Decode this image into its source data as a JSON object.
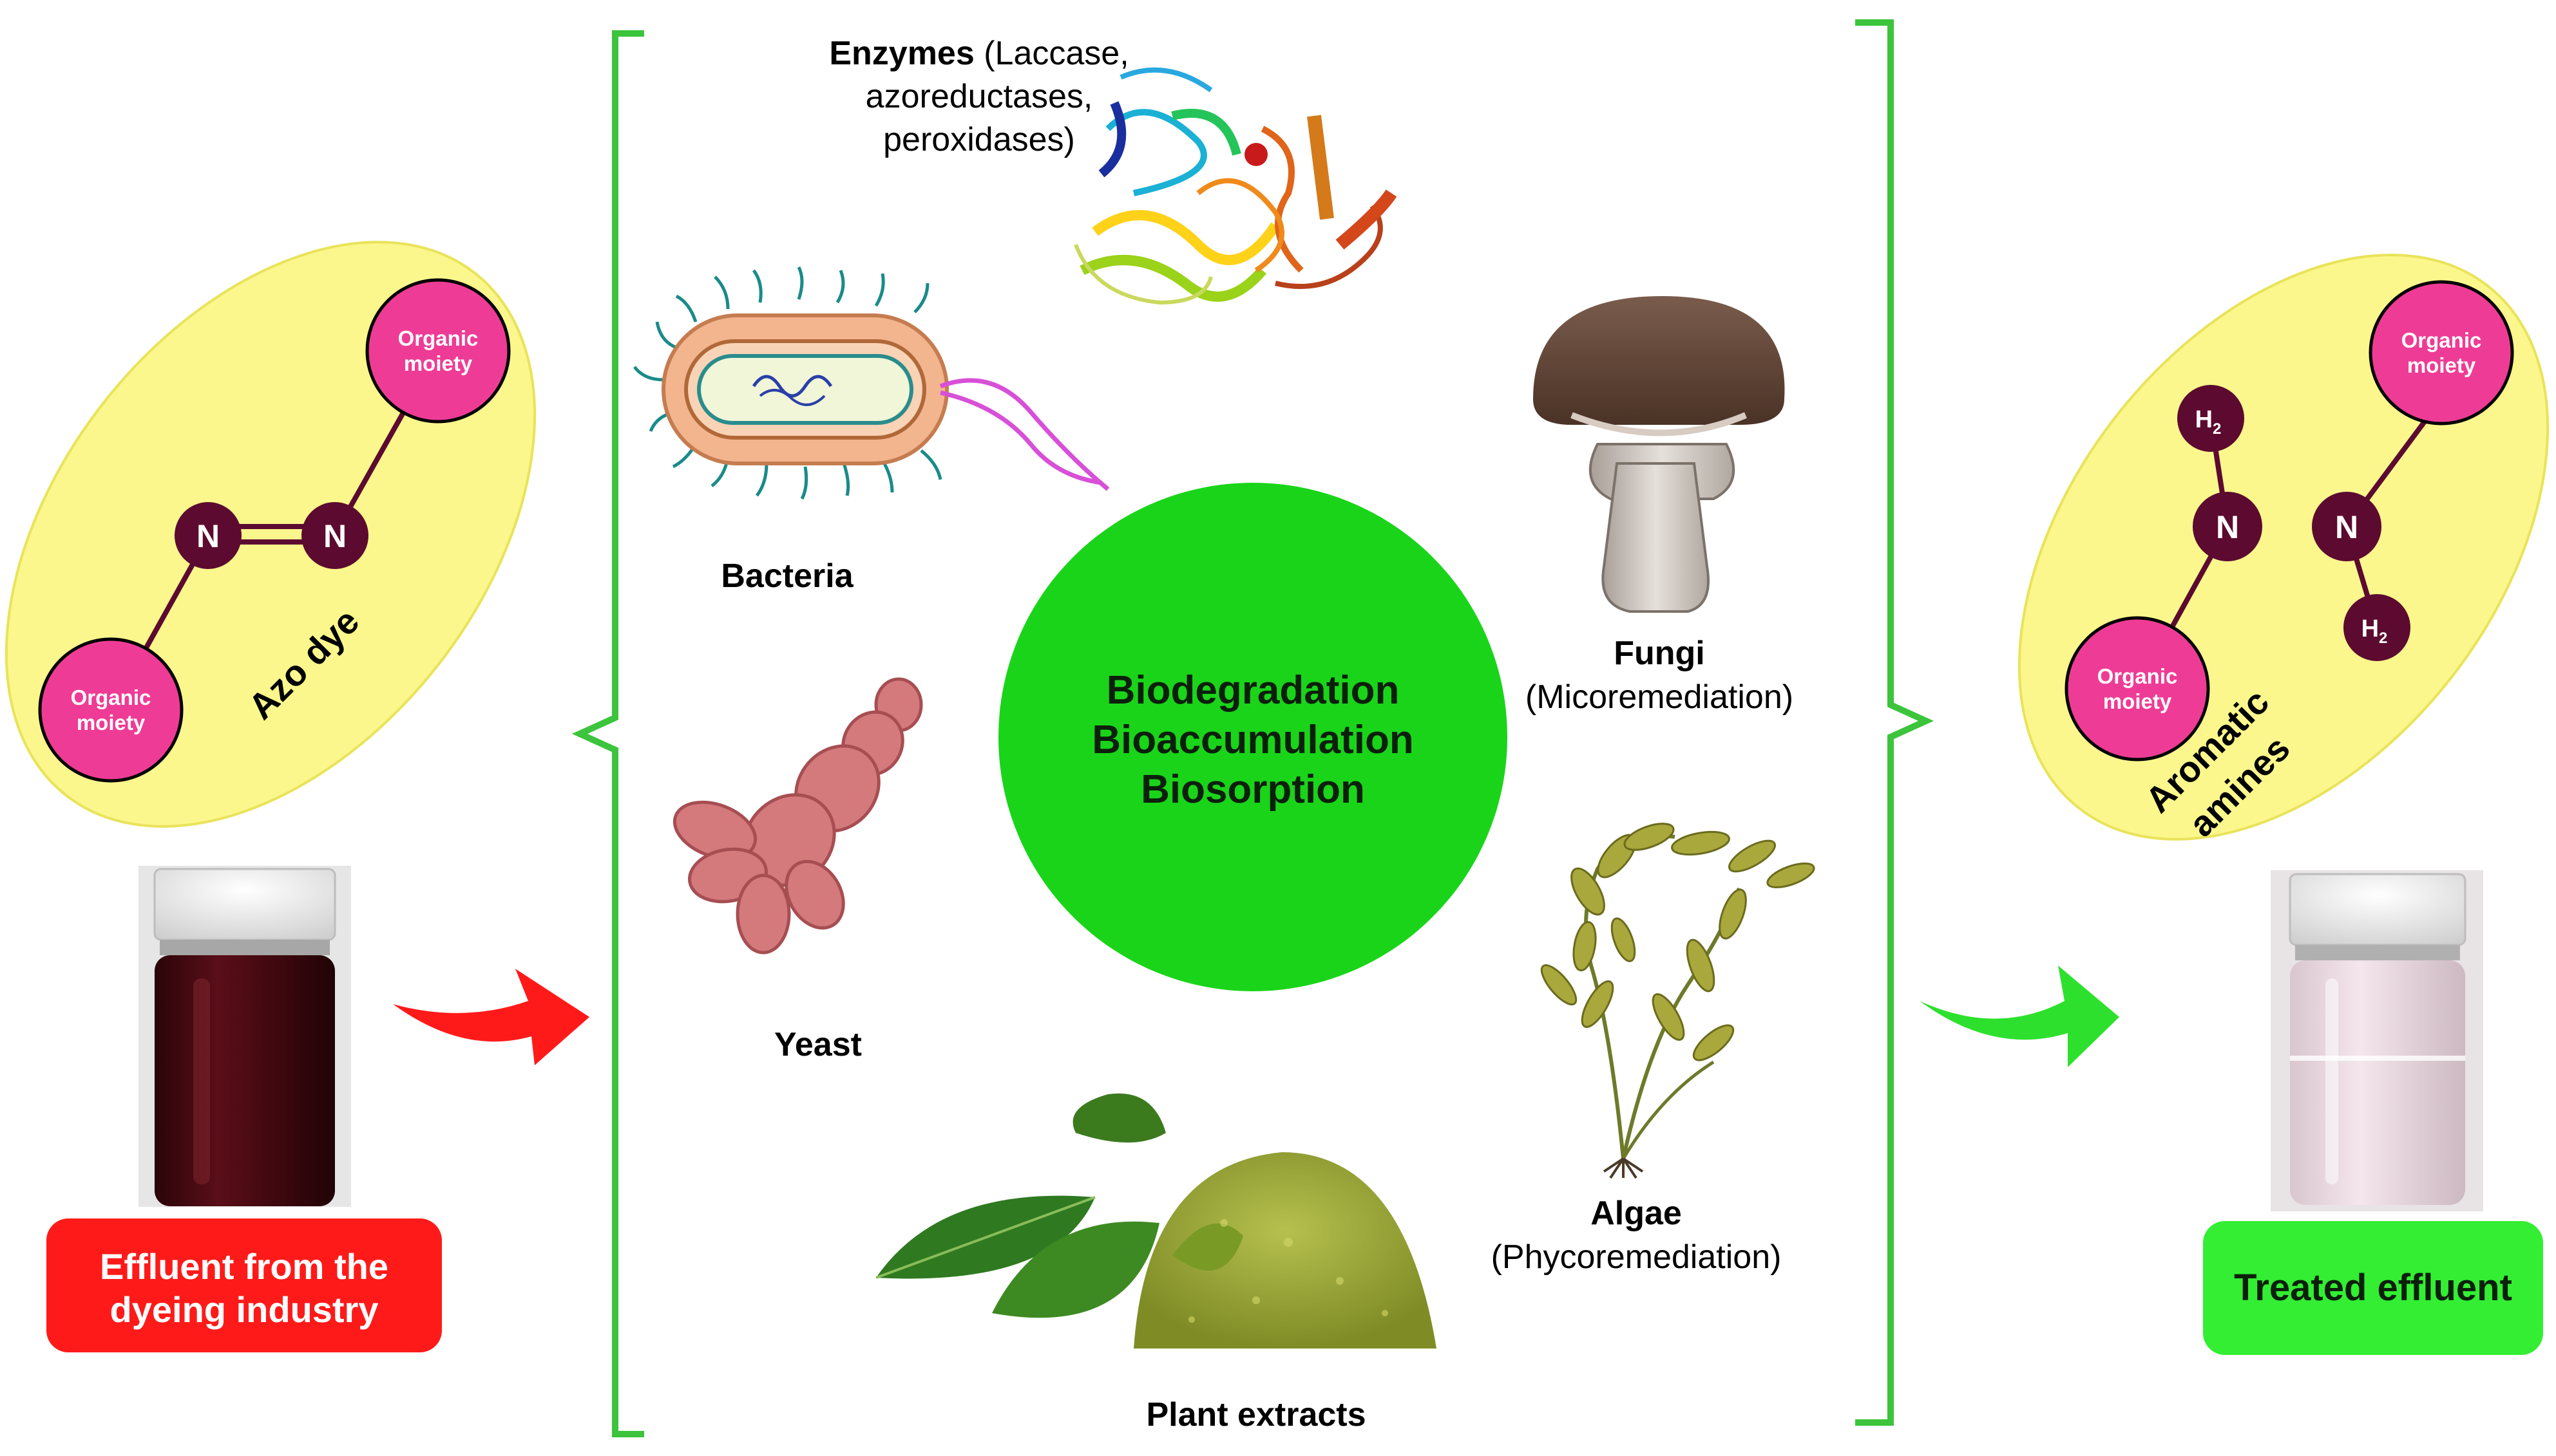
{
  "left": {
    "title": "Azo dye",
    "atom_n1": "N",
    "atom_n2": "N",
    "moiety_top_line1": "Organic",
    "moiety_top_line2": "moiety",
    "moiety_bottom_line1": "Organic",
    "moiety_bottom_line2": "moiety",
    "effluent_line1": "Effluent from the",
    "effluent_line2": "dyeing industry"
  },
  "center": {
    "circle_line1": "Biodegradation",
    "circle_line2": "Bioaccumulation",
    "circle_line3": "Biosorption",
    "enzymes_bold": "Enzymes",
    "enzymes_line1_rest": " (Laccase,",
    "enzymes_line2": "azoreductases,",
    "enzymes_line3": "peroxidases)",
    "bacteria": "Bacteria",
    "yeast": "Yeast",
    "fungi": "Fungi",
    "fungi_sub": "(Micoremediation)",
    "algae": "Algae",
    "algae_sub": "(Phycoremediation)",
    "plant": "Plant extracts"
  },
  "right": {
    "title_line1": "Aromatic",
    "title_line2": "amines",
    "atom_n1": "N",
    "atom_n2": "N",
    "h2_top": "H",
    "h2_bottom": "H",
    "h2_sub": "2",
    "moiety_top_line1": "Organic",
    "moiety_top_line2": "moiety",
    "moiety_bottom_line1": "Organic",
    "moiety_bottom_line2": "moiety",
    "treated": "Treated effluent"
  },
  "colors": {
    "yellow_ellipse": "#fbf78c",
    "pink": "#ee3c96",
    "atom": "#5c0a30",
    "bracket": "#3cc43c",
    "center_circle": "#1ad41a",
    "red": "#ff1a1a",
    "green_arrow": "#2ee02e",
    "treated_box": "#33ee33"
  }
}
